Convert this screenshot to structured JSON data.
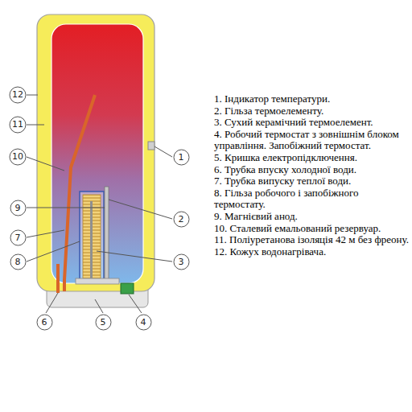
{
  "diagram": {
    "nodes": [
      {
        "text": [
          "12"
        ]
      },
      {
        "text": [
          "11"
        ]
      },
      {
        "text": [
          "10"
        ]
      },
      {
        "text": [
          "1"
        ]
      },
      {
        "text": [
          "9"
        ]
      },
      {
        "text": [
          "2"
        ]
      },
      {
        "text": [
          "7"
        ]
      },
      {
        "text": [
          "8"
        ]
      },
      {
        "text": [
          "3"
        ]
      },
      {
        "text": [
          "6"
        ]
      },
      {
        "text": [
          "5"
        ]
      },
      {
        "text": [
          "4"
        ]
      }
    ],
    "labels": [
      "1. Індикатор температури.",
      "2. Гільза термоелементу.",
      "3. Сухий керамічний термоелемент.",
      "4. Робочий термостат з зовнішнім блоком управління. Запобіжний термостат.",
      "5. Кришка електропідключення.",
      "6. Трубка впуску холодної води.",
      "7. Трубка випуску теплої води.",
      "8. Гільза робочого і запобіжного термостату.",
      "9. Магнієвий анод.",
      "10. Сталевий емальований резервуар.",
      "11. Поліуретанова ізоляція 42 м без фреону.",
      "12. Кожух водонагрівача."
    ]
  }
}
